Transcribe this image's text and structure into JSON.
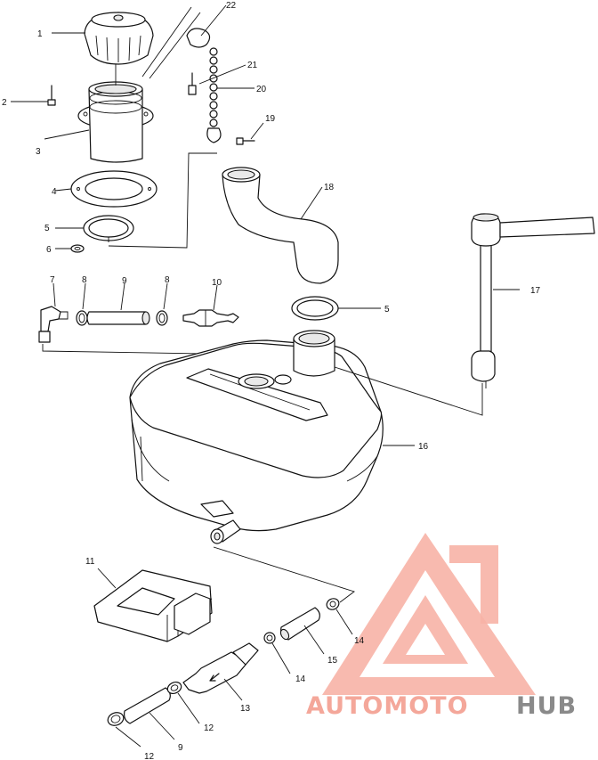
{
  "labels": {
    "l1": "1",
    "l2": "2",
    "l3": "3",
    "l4": "4",
    "l5a": "5",
    "l5b": "5",
    "l6": "6",
    "l7": "7",
    "l8a": "8",
    "l9a": "9",
    "l8b": "8",
    "l10": "10",
    "l11": "11",
    "l12a": "12",
    "l12b": "12",
    "l9b": "9",
    "l13": "13",
    "l14a": "14",
    "l14b": "14",
    "l15": "15",
    "l16": "16",
    "l17": "17",
    "l18": "18",
    "l19": "19",
    "l20": "20",
    "l21": "21",
    "l22": "22"
  },
  "watermark": {
    "word_auto": "AUTOMOTO",
    "word_hub": "HUB"
  },
  "colors": {
    "line": "#111111",
    "watermark_red": "#f4a79a",
    "watermark_gray": "#8a8a8a"
  }
}
